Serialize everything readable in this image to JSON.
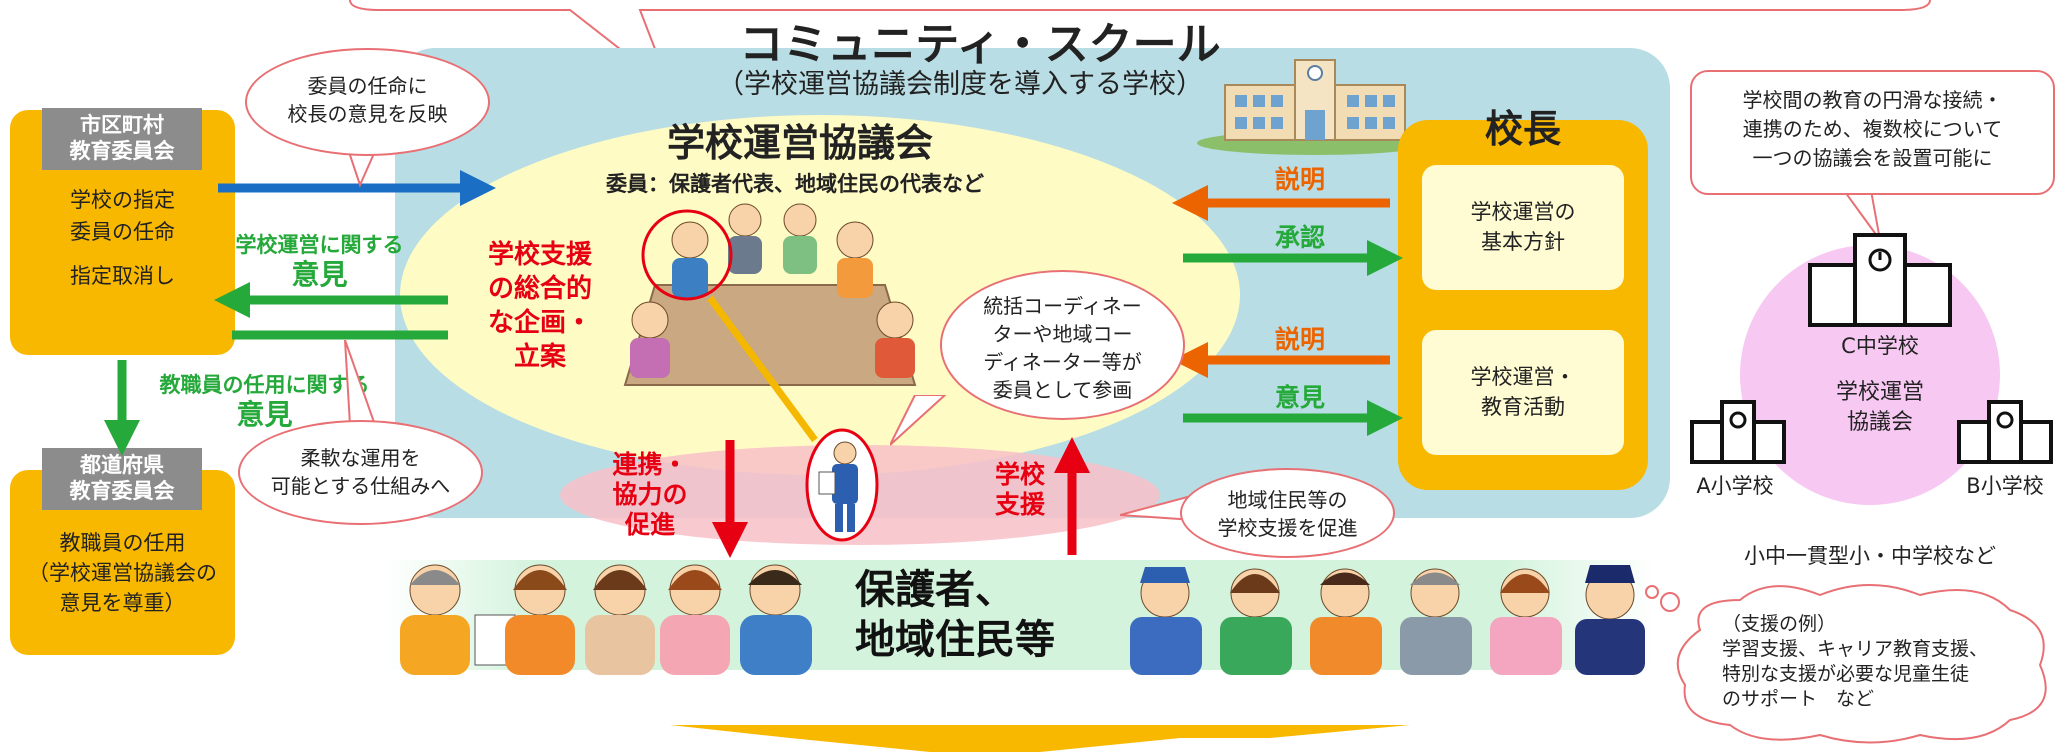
{
  "title": "コミュニティ・スクール",
  "subtitle": "（学校運営協議会制度を導入する学校）",
  "council": {
    "title": "学校運営協議会",
    "members": "委員：保護者代表、地域住民の代表など",
    "planning": [
      "学校支援",
      "の総合的",
      "な企画・",
      "立案"
    ]
  },
  "municipal_board": {
    "head": [
      "市区町村",
      "教育委員会"
    ],
    "items": [
      "学校の指定",
      "委員の任命",
      "指定取消し"
    ]
  },
  "prefectural_board": {
    "head": [
      "都道府県",
      "教育委員会"
    ],
    "items": [
      "教職員の任用",
      "（学校運営協議会の",
      "意見を尊重）"
    ]
  },
  "principal": {
    "title": "校長",
    "box1": [
      "学校運営の",
      "基本方針"
    ],
    "box2": [
      "学校運営・",
      "教育活動"
    ]
  },
  "arrows": {
    "explain1": "説明",
    "approve": "承認",
    "explain2": "説明",
    "opinion": "意見",
    "opinion_school": [
      "学校運営に関する",
      "意見"
    ],
    "opinion_staff": [
      "教職員の任用に関する",
      "意見"
    ],
    "cooperation": [
      "連携・",
      "協力の",
      "促進"
    ],
    "support": [
      "学校",
      "支援"
    ]
  },
  "callouts": {
    "appoint": [
      "委員の任命に",
      "校長の意見を反映"
    ],
    "flexible": [
      "柔軟な運用を",
      "可能とする仕組みへ"
    ],
    "coordinator": [
      "統括コーディネー",
      "ターや地域コー",
      "ディネーター等が",
      "委員として参画"
    ],
    "residents": [
      "地域住民等の",
      "学校支援を促進"
    ],
    "multi": [
      "学校間の教育の円滑な接続・",
      "連携のため、複数校について",
      "一つの協議会を設置可能に"
    ],
    "examples": [
      "（支援の例）",
      "学習支援、キャリア教育支援、",
      "特別な支援が必要な児童生徒",
      "のサポート　など"
    ]
  },
  "people_label": [
    "保護者、",
    "地域住民等"
  ],
  "schools": {
    "c": "C中学校",
    "a": "A小学校",
    "b": "B小学校",
    "council": [
      "学校運営",
      "協議会"
    ],
    "caption": "小中一貫型小・中学校など"
  },
  "colors": {
    "blue_arrow": "#1a6fc4",
    "green_arrow": "#25a93a",
    "orange_arrow": "#ec6400",
    "red_arrow": "#e60012",
    "orange_box": "#f9b800",
    "teal": "#b8dde4"
  }
}
